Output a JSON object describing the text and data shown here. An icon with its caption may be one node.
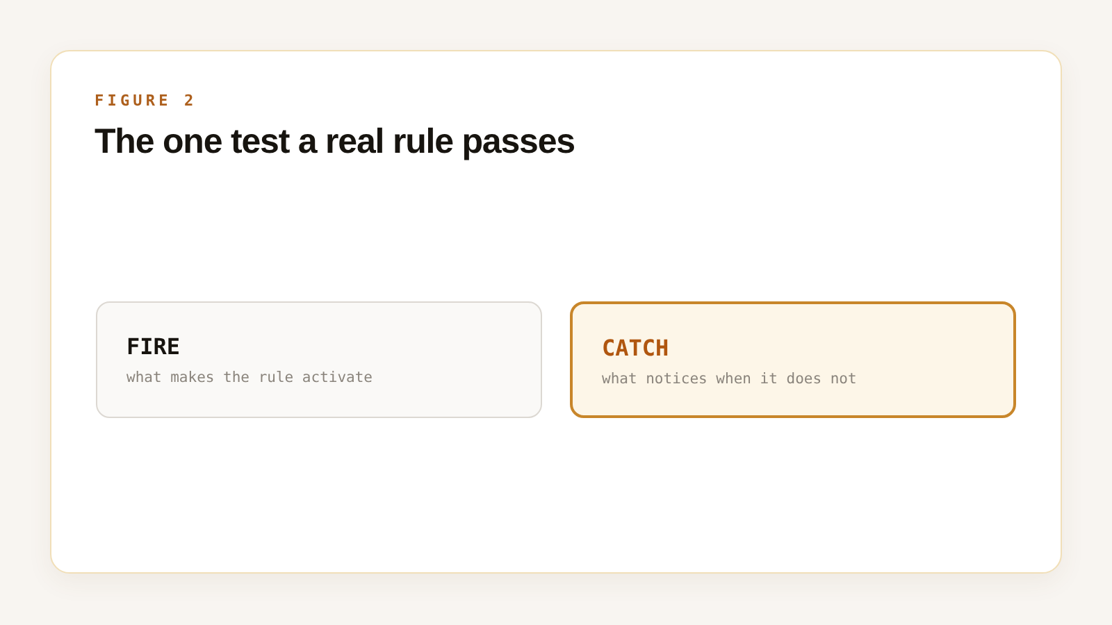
{
  "diagram": {
    "title": "The one test a real rule passes",
    "nodes": [
      {
        "text": [
          "FIRE",
          "what makes the rule activate"
        ]
      },
      {
        "text": [
          "CATCH",
          "what notices when it does not"
        ]
      }
    ],
    "labels": [
      "FIGURE 2"
    ]
  }
}
